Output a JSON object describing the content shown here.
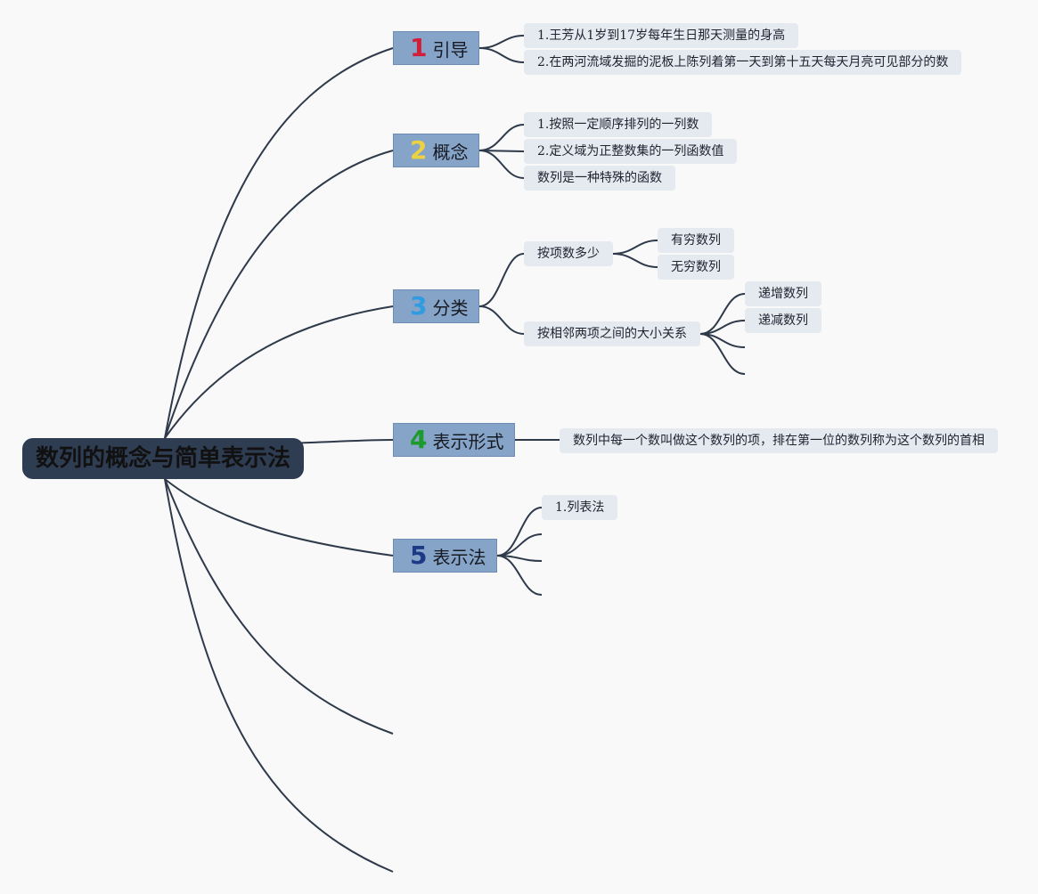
{
  "root": {
    "label": "数列的概念与简单表示法"
  },
  "colors": {
    "root_bg": "#2f3d53",
    "branch_bg": "#86a3c8",
    "leaf_bg": "#e5e9f0",
    "line": "#2e3a4a",
    "num1": "#d11f3a",
    "num2": "#ecd240",
    "num3": "#2f9be0",
    "num4": "#1d9a2c",
    "num5": "#1c3a86"
  },
  "branches": [
    {
      "number": "1",
      "label": "引导",
      "children": [
        "1.王芳从1岁到17岁每年生日那天测量的身高",
        "2.在两河流域发掘的泥板上陈列着第一天到第十五天每天月亮可见部分的数"
      ]
    },
    {
      "number": "2",
      "label": "概念",
      "children": [
        "1.按照一定顺序排列的一列数",
        "2.定义域为正整数集的一列函数值",
        "数列是一种特殊的函数"
      ]
    },
    {
      "number": "3",
      "label": "分类",
      "groups": [
        {
          "label": "按项数多少",
          "children": [
            "有穷数列",
            "无穷数列"
          ]
        },
        {
          "label": "按相邻两项之间的大小关系",
          "children": [
            "递增数列",
            "递减数列"
          ]
        }
      ]
    },
    {
      "number": "4",
      "label": "表示形式",
      "children": [
        "数列中每一个数叫做这个数列的项，排在第一位的数列称为这个数列的首相"
      ]
    },
    {
      "number": "5",
      "label": "表示法",
      "children": [
        "1.列表法"
      ]
    }
  ]
}
